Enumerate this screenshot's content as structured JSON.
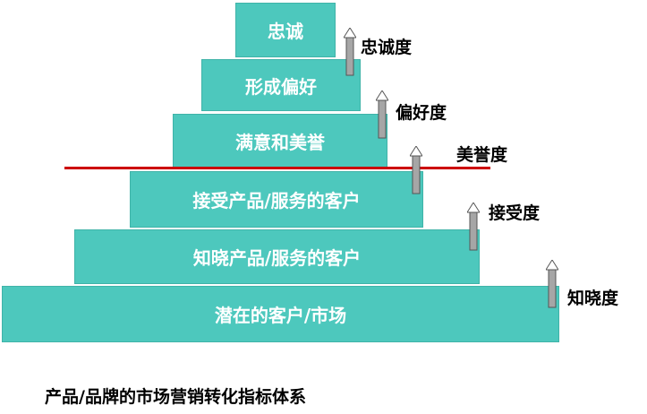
{
  "pyramid": {
    "tiers": [
      {
        "label": "忠诚"
      },
      {
        "label": "形成偏好"
      },
      {
        "label": "满意和美誉"
      },
      {
        "label": "接受产品/服务的客户"
      },
      {
        "label": "知晓产品/服务的客户"
      },
      {
        "label": "潜在的客户/市场"
      }
    ],
    "fill_color": "#4dc8bd",
    "text_color": "#ffffff"
  },
  "metrics": [
    {
      "label": "忠诚度"
    },
    {
      "label": "偏好度"
    },
    {
      "label": "美誉度"
    },
    {
      "label": "接受度"
    },
    {
      "label": "知晓度"
    }
  ],
  "divider_color": "#cc0000",
  "caption": "产品/品牌的市场营销转化指标体系"
}
